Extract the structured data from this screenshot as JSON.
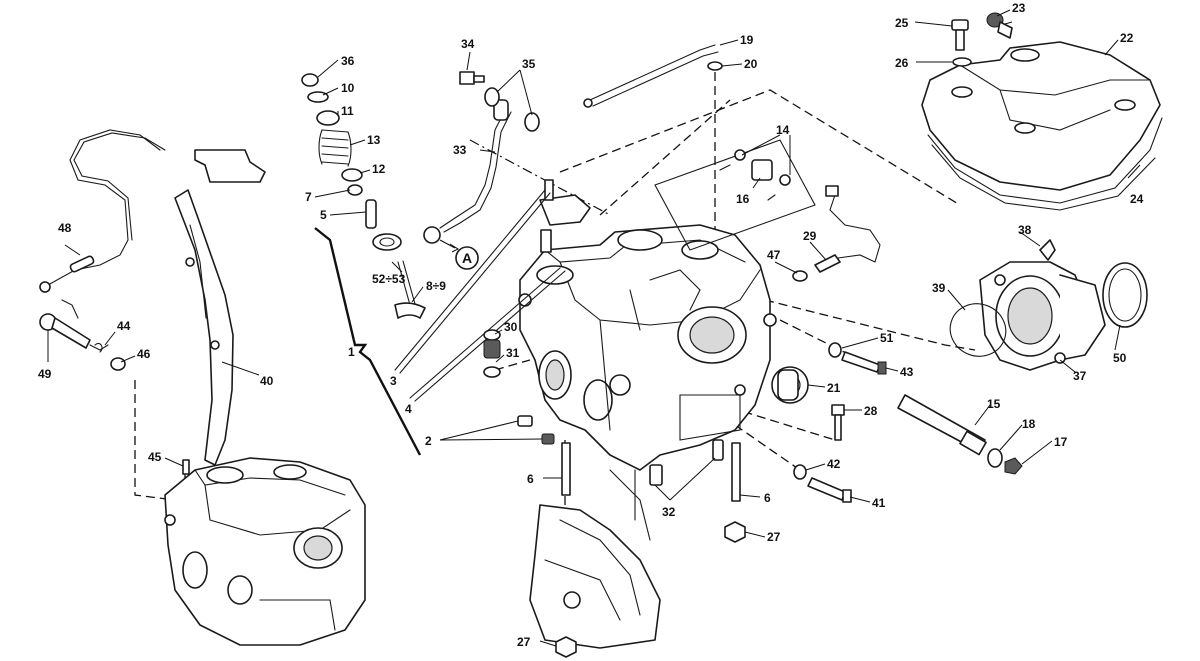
{
  "diagram": {
    "view_marker": "A",
    "colors": {
      "line": "#1a1a1a",
      "background": "#ffffff"
    },
    "callouts": {
      "c1": "1",
      "c2": "2",
      "c3": "3",
      "c4": "4",
      "c5": "5",
      "c6a": "6",
      "c6b": "6",
      "c7": "7",
      "c8_9": "8÷9",
      "c10": "10",
      "c11": "11",
      "c12": "12",
      "c13": "13",
      "c14": "14",
      "c15": "15",
      "c16": "16",
      "c17": "17",
      "c18": "18",
      "c19": "19",
      "c20": "20",
      "c21": "21",
      "c22": "22",
      "c23": "23",
      "c24": "24",
      "c25": "25",
      "c26": "26",
      "c27a": "27",
      "c27b": "27",
      "c28": "28",
      "c29": "29",
      "c30": "30",
      "c31": "31",
      "c32": "32",
      "c33": "33",
      "c34": "34",
      "c35": "35",
      "c36": "36",
      "c37": "37",
      "c38": "38",
      "c39": "39",
      "c40": "40",
      "c41": "41",
      "c42": "42",
      "c43": "43",
      "c44": "44",
      "c45": "45",
      "c46": "46",
      "c47": "47",
      "c48": "48",
      "c49": "49",
      "c50": "50",
      "c51": "51",
      "c52_53": "52÷53"
    }
  }
}
